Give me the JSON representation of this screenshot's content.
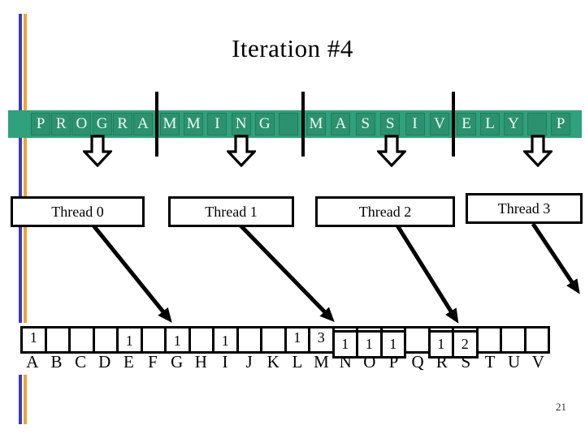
{
  "slide": {
    "title": "Iteration #4",
    "page_number": "21"
  },
  "banner": {
    "text": "PROGRAMMING MASSIVELY P",
    "sections": [
      {
        "letters": [
          "P",
          "R",
          "O",
          "G",
          "R",
          "A"
        ]
      },
      {
        "letters": [
          "M",
          "M",
          "I",
          "N",
          "G",
          ""
        ]
      },
      {
        "letters": [
          "M",
          "A",
          "S",
          "S",
          "I",
          "V"
        ]
      },
      {
        "letters": [
          "E",
          "L",
          "Y",
          "",
          "P"
        ]
      }
    ]
  },
  "threads": [
    {
      "label": "Thread 0"
    },
    {
      "label": "Thread 1"
    },
    {
      "label": "Thread 2"
    },
    {
      "label": "Thread 3"
    }
  ],
  "histogram": {
    "bins": [
      "A",
      "B",
      "C",
      "D",
      "E",
      "F",
      "G",
      "H",
      "I",
      "J",
      "K",
      "L",
      "M",
      "N",
      "O",
      "P",
      "Q",
      "R",
      "S",
      "T",
      "U",
      "V"
    ],
    "cells": [
      {
        "letter": "A",
        "value": "1",
        "value_position": "normal"
      },
      {
        "letter": "B",
        "value": "",
        "value_position": "normal"
      },
      {
        "letter": "C",
        "value": "",
        "value_position": "normal"
      },
      {
        "letter": "D",
        "value": "",
        "value_position": "normal"
      },
      {
        "letter": "E",
        "value": "1",
        "value_position": "low"
      },
      {
        "letter": "F",
        "value": "",
        "value_position": "normal"
      },
      {
        "letter": "G",
        "value": "1",
        "value_position": "low"
      },
      {
        "letter": "H",
        "value": "",
        "value_position": "normal"
      },
      {
        "letter": "I",
        "value": "1",
        "value_position": "low"
      },
      {
        "letter": "J",
        "value": "",
        "value_position": "normal"
      },
      {
        "letter": "K",
        "value": "",
        "value_position": "normal"
      },
      {
        "letter": "L",
        "value": "1",
        "value_position": "normal"
      },
      {
        "letter": "M",
        "value": "3",
        "value_position": "normal"
      },
      {
        "letter": "N",
        "value": "1",
        "value_position": "boxed"
      },
      {
        "letter": "O",
        "value": "1",
        "value_position": "boxed"
      },
      {
        "letter": "P",
        "value": "1",
        "value_position": "boxed"
      },
      {
        "letter": "Q",
        "value": "",
        "value_position": "normal"
      },
      {
        "letter": "R",
        "value": "1",
        "value_position": "boxed"
      },
      {
        "letter": "S",
        "value": "2",
        "value_position": "boxed"
      },
      {
        "letter": "T",
        "value": "",
        "value_position": "normal"
      },
      {
        "letter": "U",
        "value": "",
        "value_position": "normal"
      },
      {
        "letter": "V",
        "value": "",
        "value_position": "normal"
      }
    ]
  },
  "colors": {
    "banner_band_green": "#2fa17c",
    "banner_cell_green": "#2c916e",
    "sidebar_blue": "#3b3abc",
    "sidebar_orange": "#f2a233",
    "ink_black": "#000000"
  }
}
